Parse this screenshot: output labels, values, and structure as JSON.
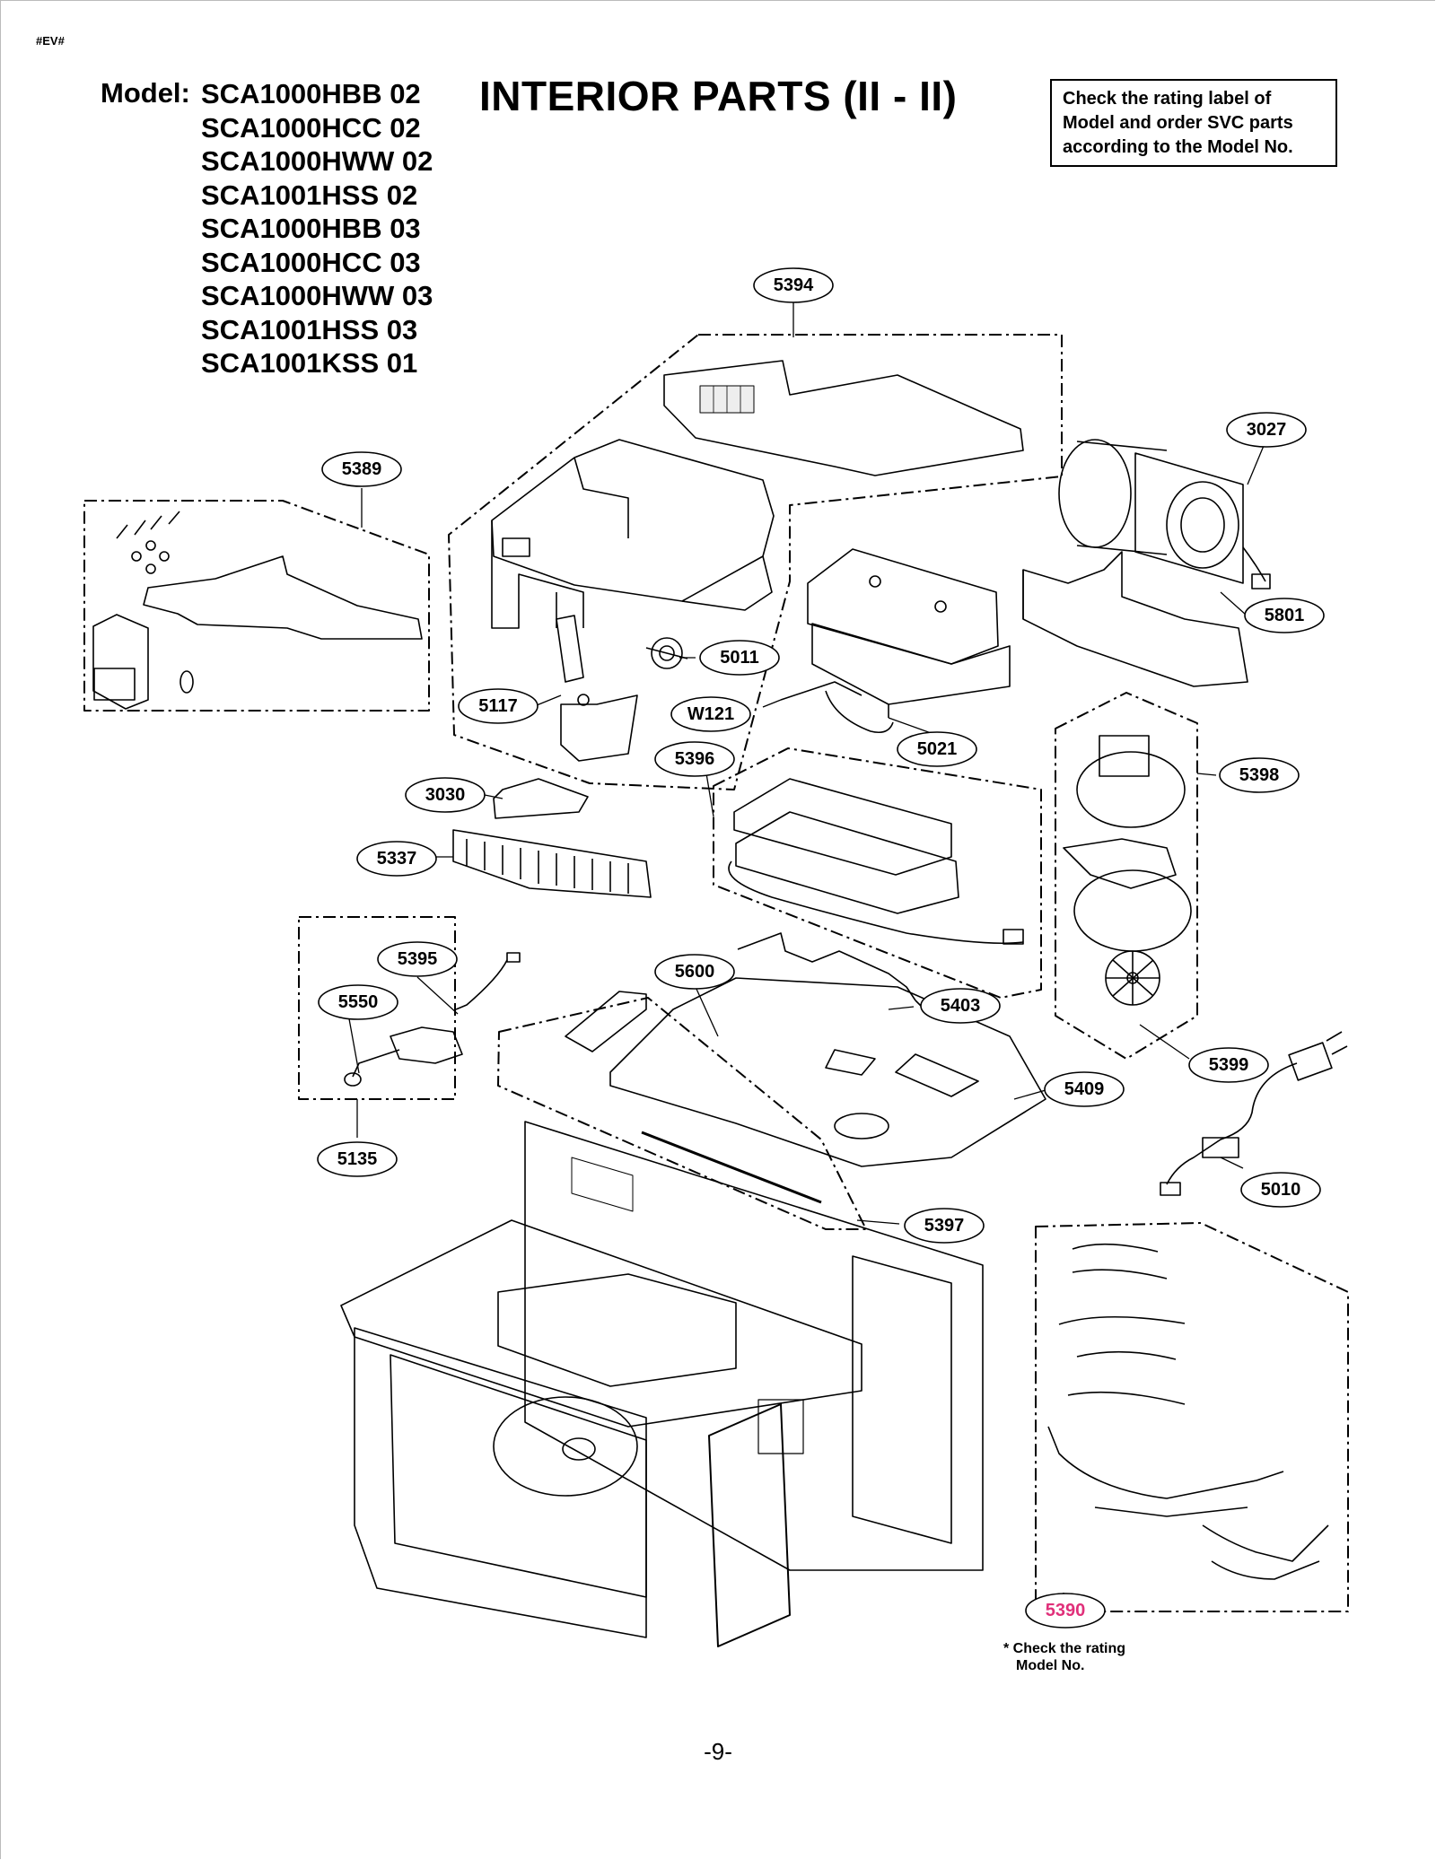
{
  "header": {
    "tag": "#EV#",
    "model_label": "Model:",
    "models": [
      "SCA1000HBB 02",
      "SCA1000HCC 02",
      "SCA1000HWW 02",
      "SCA1001HSS 02",
      "SCA1000HBB 03",
      "SCA1000HCC 03",
      "SCA1000HWW 03",
      "SCA1001HSS 03",
      "SCA1001KSS 01"
    ],
    "title": "INTERIOR PARTS (II - II)"
  },
  "notice": {
    "lines": [
      "Check the rating label of",
      "Model and order SVC parts",
      "according to the Model No."
    ]
  },
  "callouts": {
    "p5394": "5394",
    "p3027": "3027",
    "p5389": "5389",
    "p5801": "5801",
    "p5011": "5011",
    "p5117": "5117",
    "pW121": "W121",
    "p5021": "5021",
    "p5396": "5396",
    "p5398": "5398",
    "p3030": "3030",
    "p5337": "5337",
    "p5395": "5395",
    "p5550": "5550",
    "p5600": "5600",
    "p5403": "5403",
    "p5399": "5399",
    "p5409": "5409",
    "p5135": "5135",
    "p5010": "5010",
    "p5397": "5397",
    "p5390": "5390"
  },
  "colors": {
    "highlight_callout": "#e0307a"
  },
  "footnote": {
    "line1": "* Check the rating",
    "line2": "Model No."
  },
  "page_number": "-9-"
}
